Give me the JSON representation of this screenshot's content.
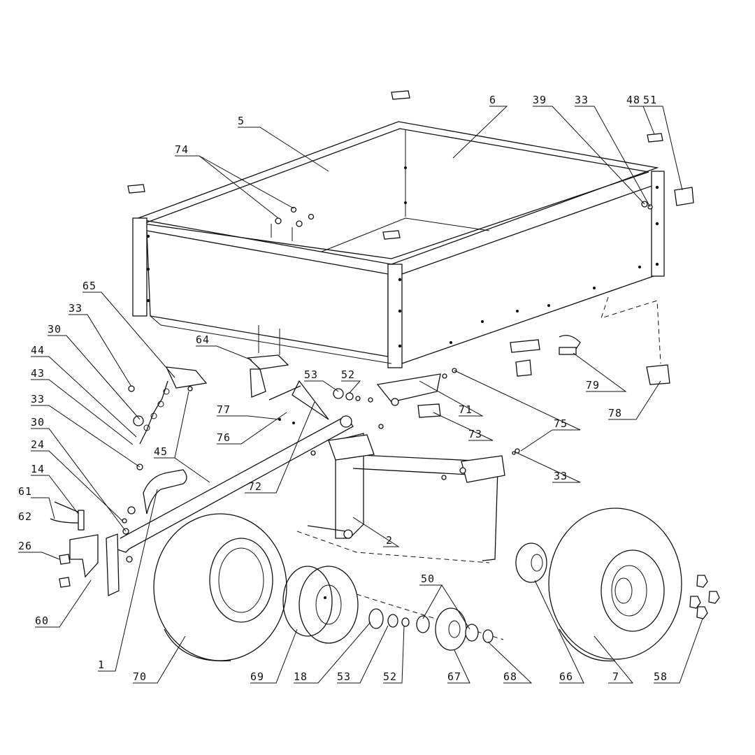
{
  "callouts": [
    {
      "id": "c5",
      "label": "5"
    },
    {
      "id": "c6",
      "label": "6"
    },
    {
      "id": "c39",
      "label": "39"
    },
    {
      "id": "c33a",
      "label": "33"
    },
    {
      "id": "c48",
      "label": "48"
    },
    {
      "id": "c51",
      "label": "51"
    },
    {
      "id": "c74",
      "label": "74"
    },
    {
      "id": "c65",
      "label": "65"
    },
    {
      "id": "c33b",
      "label": "33"
    },
    {
      "id": "c30a",
      "label": "30"
    },
    {
      "id": "c44",
      "label": "44"
    },
    {
      "id": "c43",
      "label": "43"
    },
    {
      "id": "c33c",
      "label": "33"
    },
    {
      "id": "c30b",
      "label": "30"
    },
    {
      "id": "c24",
      "label": "24"
    },
    {
      "id": "c14",
      "label": "14"
    },
    {
      "id": "c61",
      "label": "61"
    },
    {
      "id": "c62",
      "label": "62"
    },
    {
      "id": "c26",
      "label": "26"
    },
    {
      "id": "c60",
      "label": "60"
    },
    {
      "id": "c1",
      "label": "1"
    },
    {
      "id": "c64",
      "label": "64"
    },
    {
      "id": "c77",
      "label": "77"
    },
    {
      "id": "c76",
      "label": "76"
    },
    {
      "id": "c72",
      "label": "72"
    },
    {
      "id": "c45",
      "label": "45"
    },
    {
      "id": "c53a",
      "label": "53"
    },
    {
      "id": "c52a",
      "label": "52"
    },
    {
      "id": "c71",
      "label": "71"
    },
    {
      "id": "c73",
      "label": "73"
    },
    {
      "id": "c75",
      "label": "75"
    },
    {
      "id": "c33d",
      "label": "33"
    },
    {
      "id": "c79",
      "label": "79"
    },
    {
      "id": "c78",
      "label": "78"
    },
    {
      "id": "c2",
      "label": "2"
    },
    {
      "id": "c70",
      "label": "70"
    },
    {
      "id": "c69",
      "label": "69"
    },
    {
      "id": "c18",
      "label": "18"
    },
    {
      "id": "c53b",
      "label": "53"
    },
    {
      "id": "c52b",
      "label": "52"
    },
    {
      "id": "c50",
      "label": "50"
    },
    {
      "id": "c67",
      "label": "67"
    },
    {
      "id": "c68",
      "label": "68"
    },
    {
      "id": "c66",
      "label": "66"
    },
    {
      "id": "c7",
      "label": "7"
    },
    {
      "id": "c58",
      "label": "58"
    }
  ]
}
